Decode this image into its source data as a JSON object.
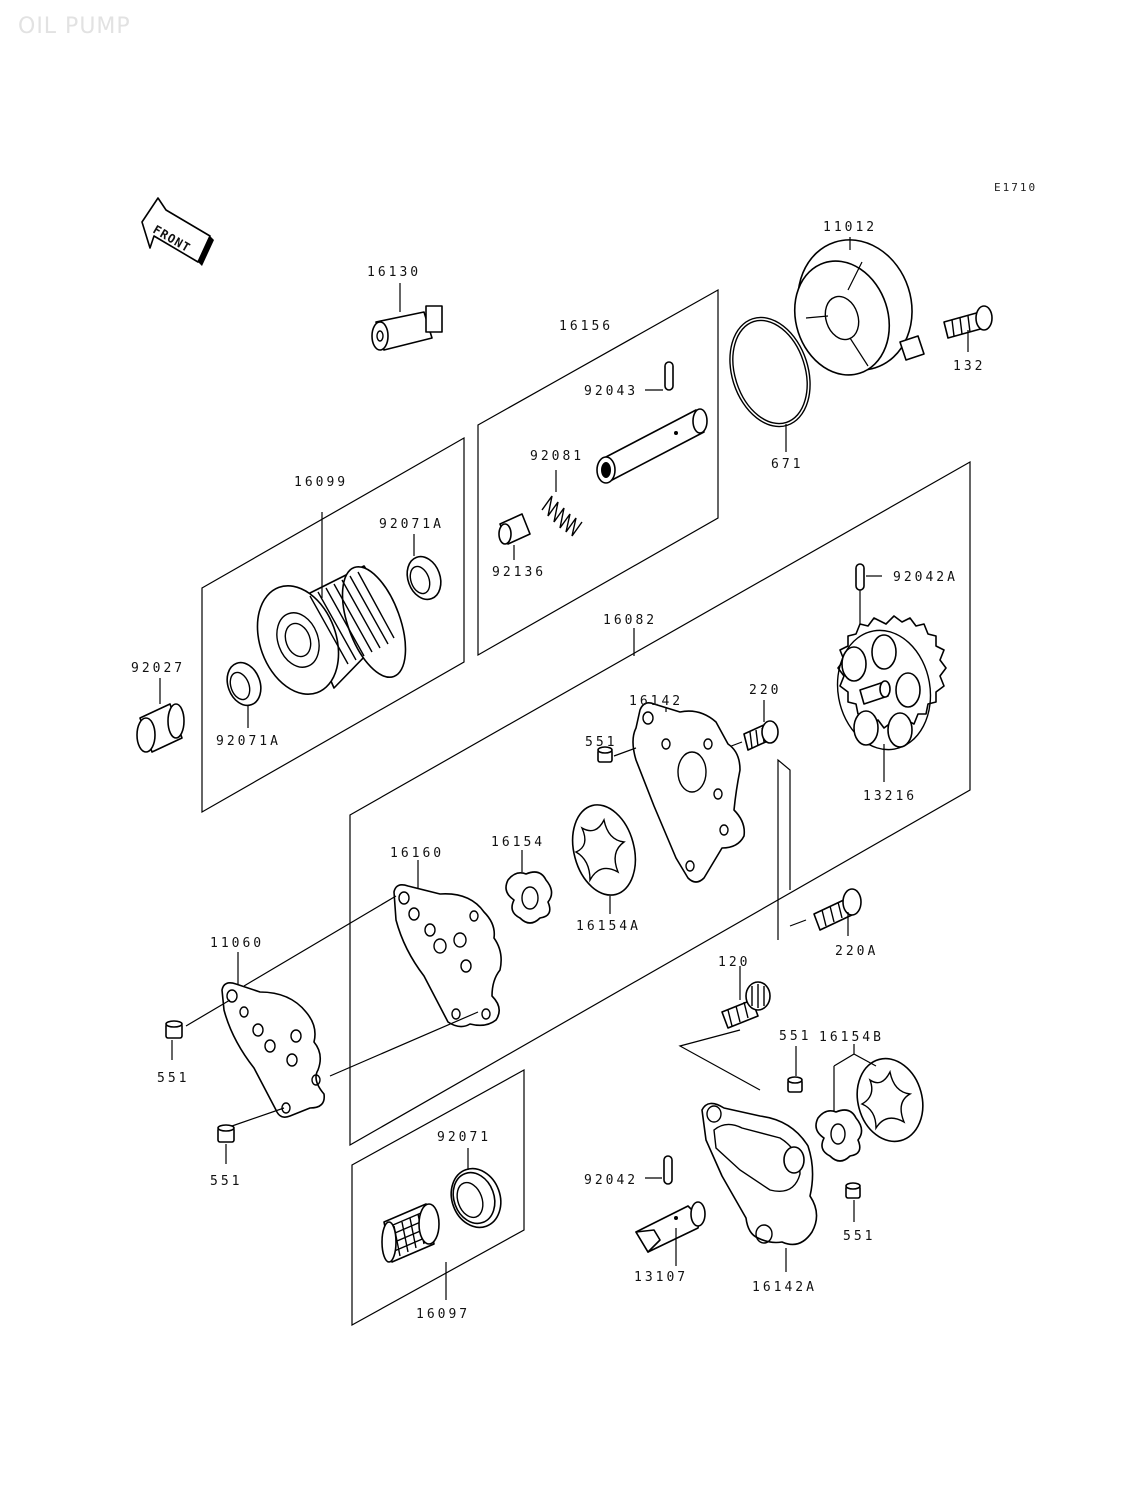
{
  "page_title": "OIL PUMP",
  "diagram_code": "E1710",
  "front_label": "FRONT",
  "parts": {
    "p16130": "16130",
    "p16156": "16156",
    "p92043": "92043",
    "p92081": "92081",
    "p92136": "92136",
    "p11012": "11012",
    "p132": "132",
    "p671": "671",
    "p16099": "16099",
    "p92071A_top": "92071A",
    "p92071A_bot": "92071A",
    "p92027": "92027",
    "p16082": "16082",
    "p92042A": "92042A",
    "p13216": "13216",
    "p220": "220",
    "p16142": "16142",
    "p551_a": "551",
    "p16154": "16154",
    "p16154A": "16154A",
    "p16160": "16160",
    "p220A": "220A",
    "p11060": "11060",
    "p551_b": "551",
    "p551_c": "551",
    "p120": "120",
    "p16154B": "16154B",
    "p551_d": "551",
    "p92071": "92071",
    "p92042": "92042",
    "p551_e": "551",
    "p13107": "13107",
    "p16142A": "16142A",
    "p16097": "16097"
  }
}
